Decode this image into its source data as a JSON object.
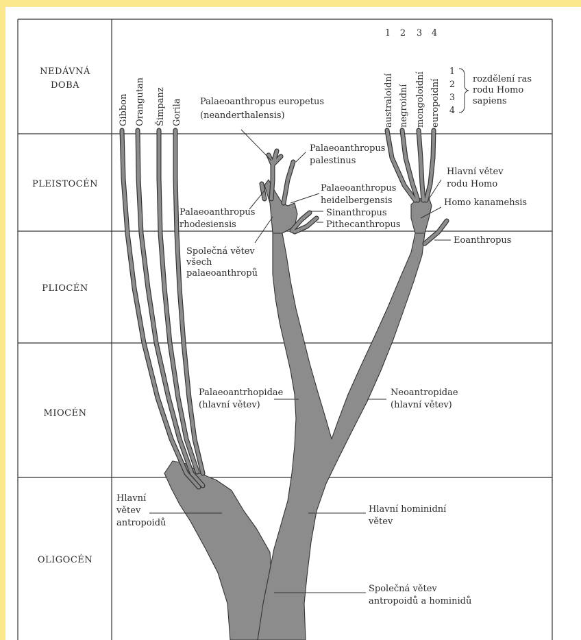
{
  "eras": {
    "recent_line1": "NEDÁVNÁ",
    "recent_line2": "DOBA",
    "pleistocene": "PLEISTOCÉN",
    "pliocene": "PLIOCÉN",
    "miocene": "MIOCÉN",
    "oligocene": "OLIGOCÉN"
  },
  "apes": {
    "gibbon": "Gibbon",
    "orangutan": "Orangutan",
    "chimpanzee": "Šimpanz",
    "gorilla": "Gorila"
  },
  "races": {
    "numbers": [
      "1",
      "2",
      "3",
      "4"
    ],
    "names": [
      "australoidní",
      "negroidní",
      "mongoloidní",
      "europoidní"
    ],
    "legend_numbers": [
      "1",
      "2",
      "3",
      "4"
    ],
    "legend_text": [
      "rozdělení ras",
      "rodu Homo",
      "sapiens"
    ]
  },
  "labels": {
    "europetus_1": "Palaeoanthropus europetus",
    "europetus_2": "(neanderthalensis)",
    "palestinus_1": "Palaeoanthropus",
    "palestinus_2": "palestinus",
    "heidelberg_1": "Palaeoanthropus",
    "heidelberg_2": "heidelbergensis",
    "sinanthropus": "Sinanthropus",
    "pithecanthropus": "Pithecanthropus",
    "rhodes_1": "Palaeoanthropus",
    "rhodes_2": "rhodesiensis",
    "common_palaeo_1": "Společná větev",
    "common_palaeo_2": "všech",
    "common_palaeo_3": "palaeoanthropů",
    "homo_main_1": "Hlavní větev",
    "homo_main_2": "rodu Homo",
    "kanam": "Homo kanamehsis",
    "eoanthropus": "Eoanthropus",
    "palaeo_main_1": "Palaeoantrhopidae",
    "palaeo_main_2": "(hlavní větev)",
    "neo_main_1": "Neoantropidae",
    "neo_main_2": "(hlavní větev)",
    "anthropoid_1": "Hlavní",
    "anthropoid_2": "větev",
    "anthropoid_3": "antropoidů",
    "hominid_1": "Hlavní hominidní",
    "hominid_2": "větev",
    "common_1": "Společná větev",
    "common_2": "antropoidů a hominidů"
  }
}
